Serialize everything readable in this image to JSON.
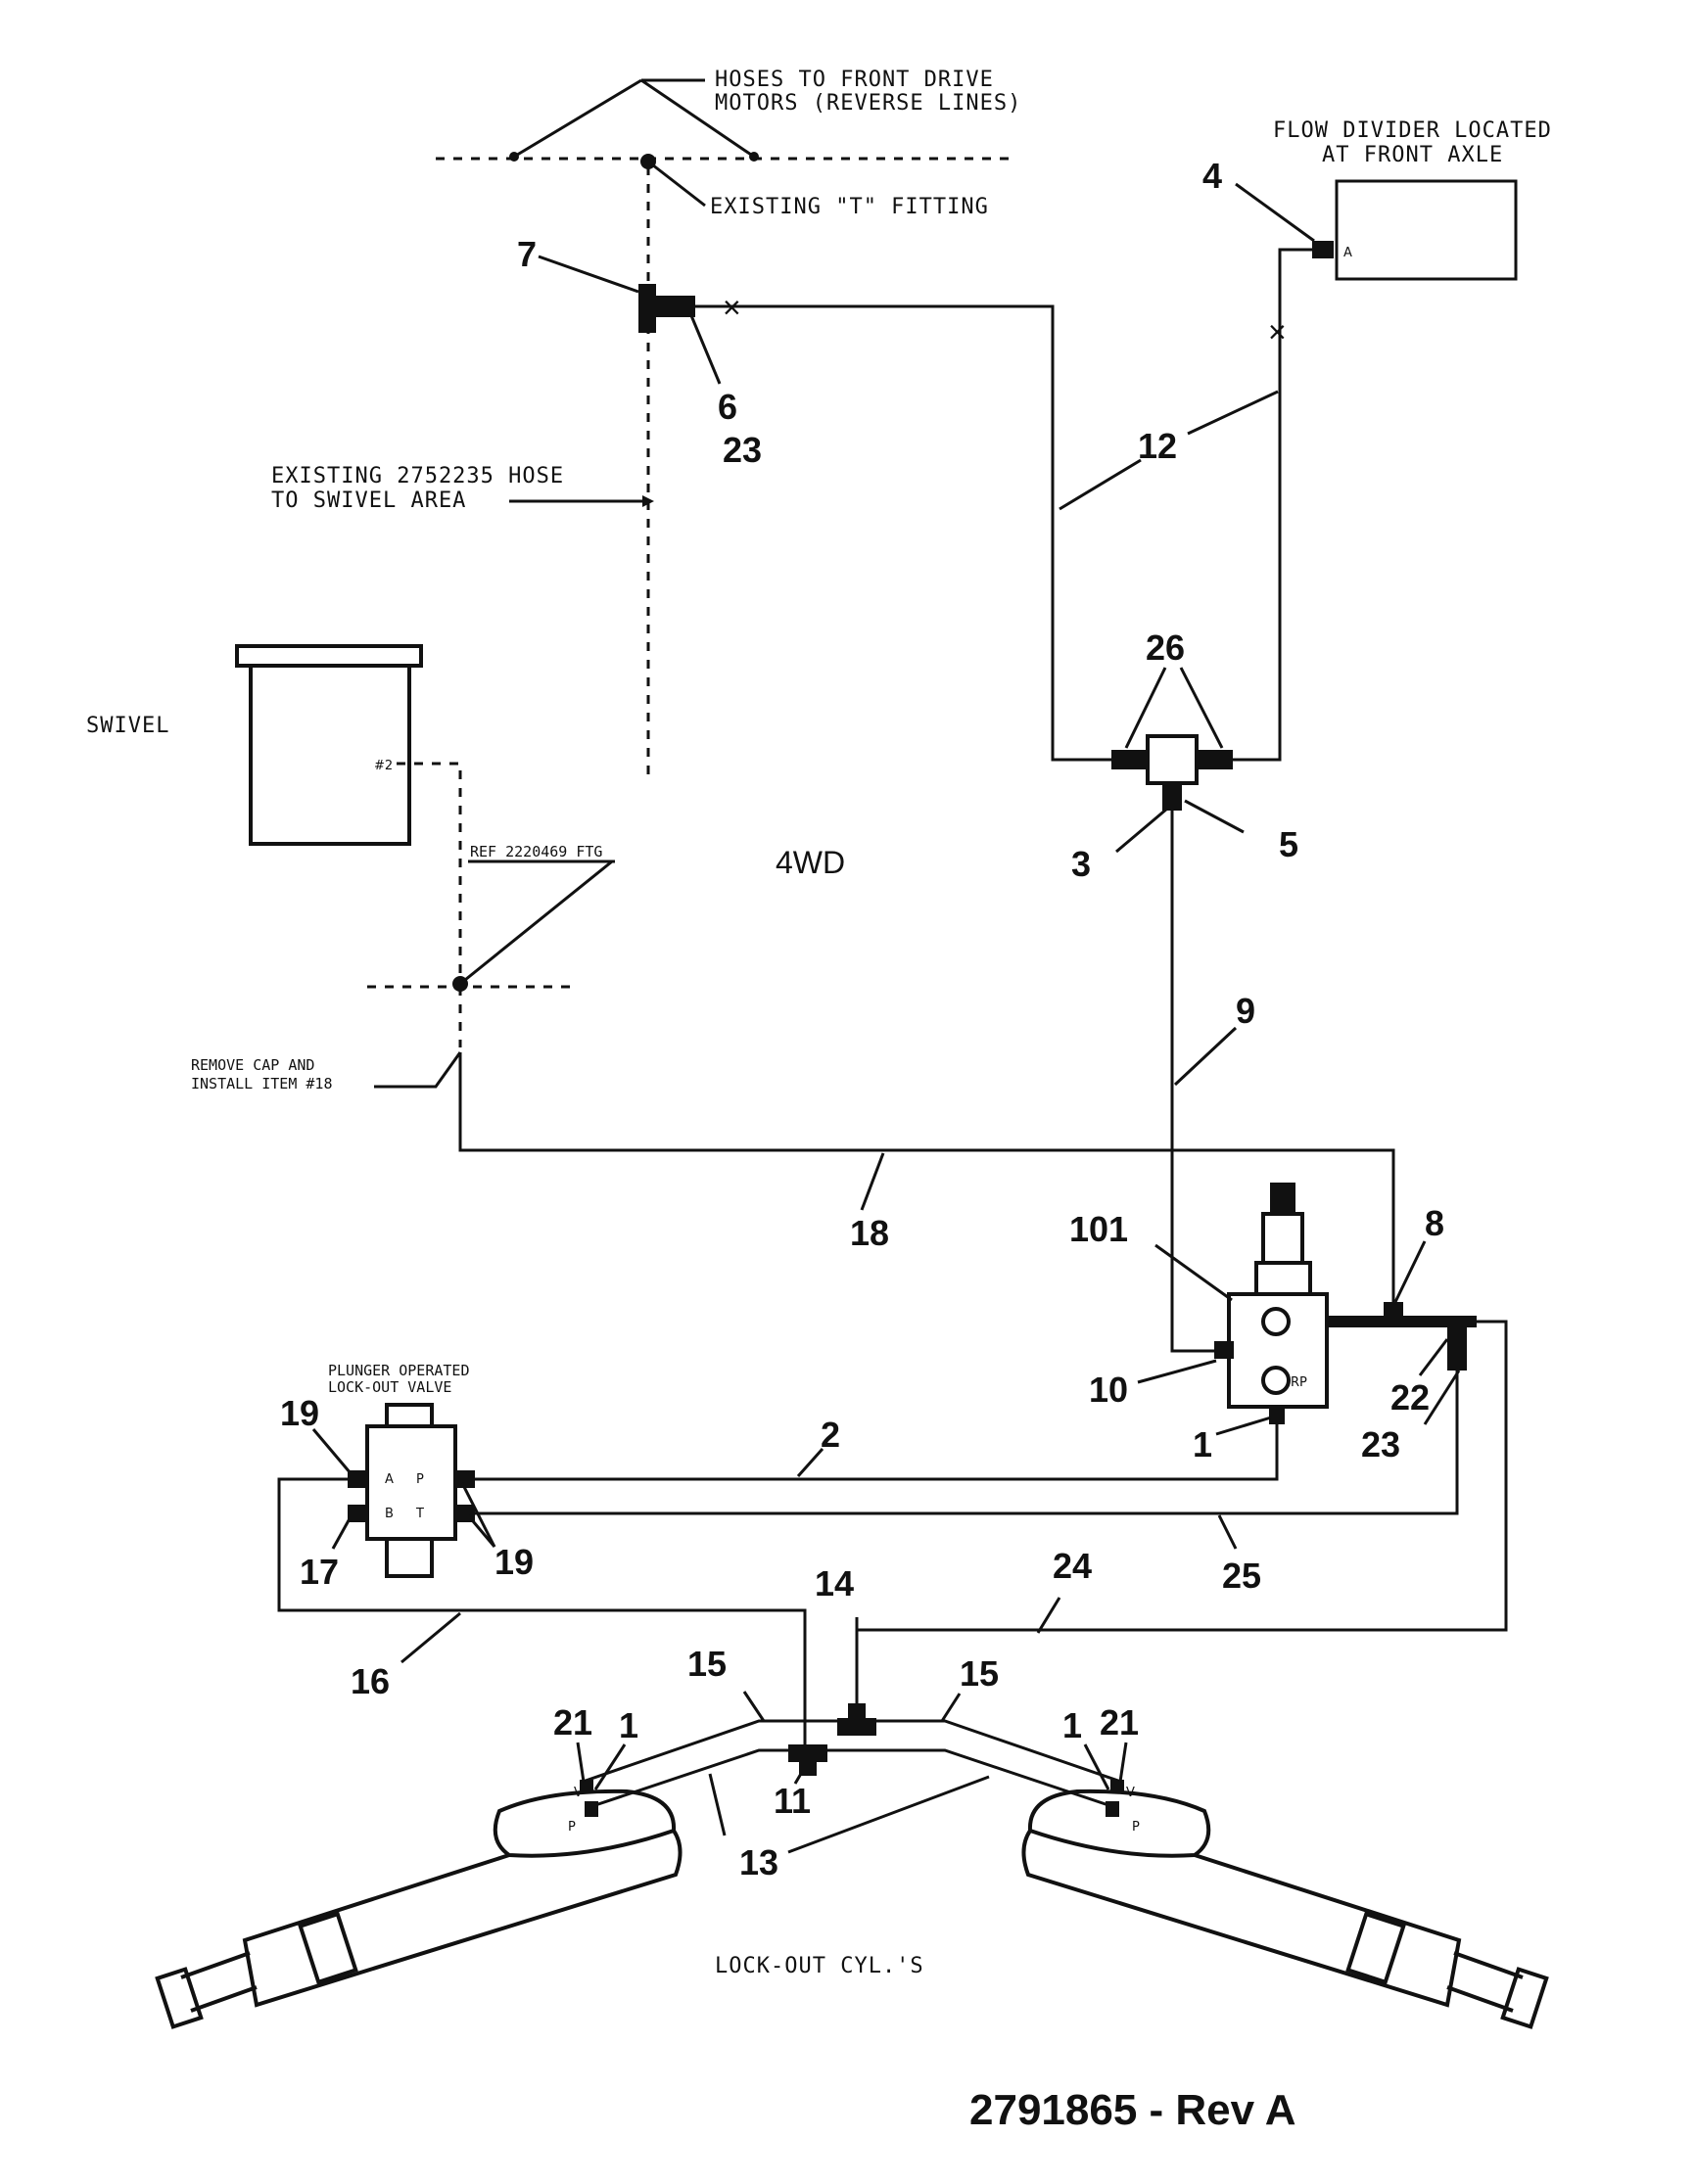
{
  "labels": {
    "hoses_to_front": [
      "HOSES TO FRONT DRIVE",
      "MOTORS (REVERSE LINES)"
    ],
    "existing_t": "EXISTING \"T\" FITTING",
    "flow_divider": [
      "FLOW DIVIDER LOCATED",
      "AT FRONT AXLE"
    ],
    "existing_hose": [
      "EXISTING 2752235 HOSE",
      "TO SWIVEL AREA"
    ],
    "swivel": "SWIVEL",
    "swivel_port": "#2",
    "ref_ftg": "REF 2220469 FTG",
    "center": "4WD",
    "remove_cap": [
      "REMOVE CAP AND",
      "INSTALL ITEM #18"
    ],
    "plunger_valve": [
      "PLUNGER OPERATED",
      "LOCK-OUT VALVE"
    ],
    "lockout_cyl": "LOCK-OUT CYL.'S",
    "drawing_number": "2791865 - Rev A",
    "flow_divider_port": "A",
    "valve_ports": {
      "a": "A",
      "p": "P",
      "b": "B",
      "t": "T"
    },
    "valve_block_rp": "RP",
    "cyl_ports": {
      "v": "V",
      "p": "P"
    }
  },
  "callouts": {
    "c4": "4",
    "c7": "7",
    "c6": "6",
    "c23a": "23",
    "c12": "12",
    "c26": "26",
    "c3": "3",
    "c5": "5",
    "c9": "9",
    "c18": "18",
    "c101": "101",
    "c8": "8",
    "c10": "10",
    "c22": "22",
    "c1a": "1",
    "c23b": "23",
    "c19a": "19",
    "c2": "2",
    "c17": "17",
    "c19b": "19",
    "c25": "25",
    "c14": "14",
    "c24": "24",
    "c16": "16",
    "c15a": "15",
    "c15b": "15",
    "c21a": "21",
    "c1b": "1",
    "c1c": "1",
    "c21b": "21",
    "c11": "11",
    "c13": "13"
  }
}
